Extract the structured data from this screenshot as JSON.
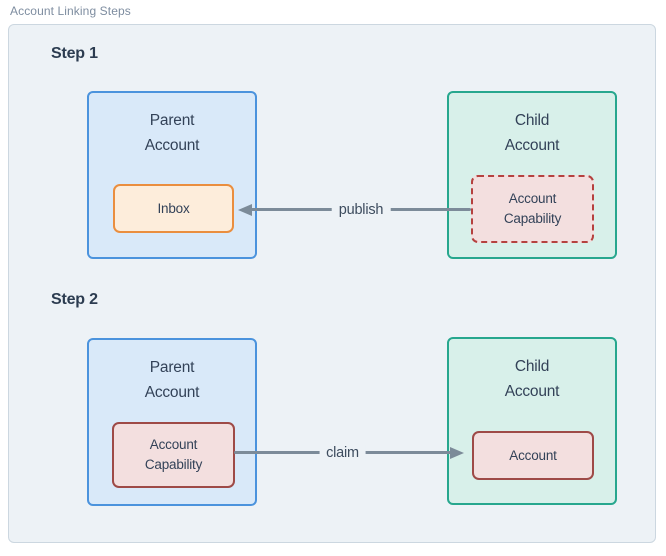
{
  "figure": {
    "title": "Account Linking Steps"
  },
  "colors": {
    "panel_bg": "#edf2f6",
    "panel_border": "#ccd7e0",
    "title_text": "#7e8da0",
    "heading_text": "#2c3c50",
    "box_text": "#334258",
    "parent_fill": "#d9e9f9",
    "parent_border": "#4b93dd",
    "child_fill": "#d8f0ea",
    "child_border": "#27a78e",
    "inbox_fill": "#fdeddb",
    "inbox_border": "#ea8e3f",
    "capability_fill": "#f3dfdf",
    "capability_border_dashed": "#b5413f",
    "capability_border_solid": "#9e4a47",
    "arrow": "#7c8b99",
    "arrow_label_text": "#3d4c5e"
  },
  "steps": [
    {
      "heading": "Step 1",
      "parent_account": {
        "title": "Parent Account",
        "node_label": "Inbox"
      },
      "child_account": {
        "title": "Child Account",
        "node_label": "Account Capability",
        "node_style": "dashed"
      },
      "arrow": {
        "label": "publish",
        "direction": "right-to-left"
      }
    },
    {
      "heading": "Step 2",
      "parent_account": {
        "title": "Parent Account",
        "node_label": "Account Capability"
      },
      "child_account": {
        "title": "Child Account",
        "node_label": "Account"
      },
      "arrow": {
        "label": "claim",
        "direction": "left-to-right"
      }
    }
  ]
}
